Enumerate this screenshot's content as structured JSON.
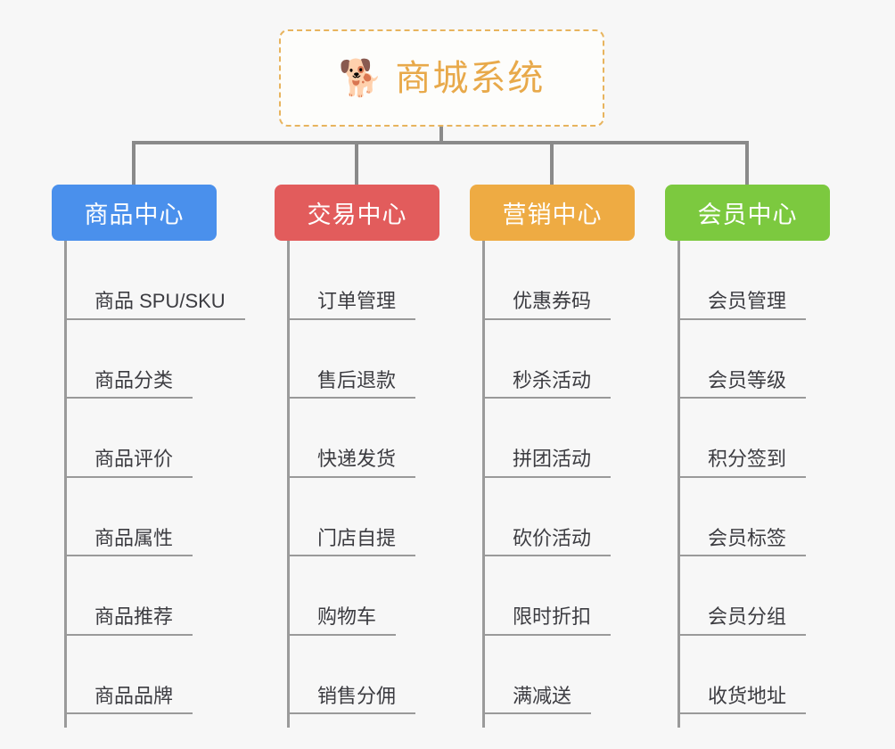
{
  "diagram": {
    "title": "商城系统",
    "type": "mindmap-tree",
    "background_color": "#f7f7f7",
    "line_color": "#8a8a8a"
  },
  "root": {
    "icon": "shiba-dog-emoji",
    "icon_glyph": "🐕",
    "label": "商城系统",
    "text_color": "#e8a94a",
    "border_color": "#e8b45e",
    "background_color": "#fdfdfb"
  },
  "branches": [
    {
      "id": "product-center",
      "label": "商品中心",
      "color": "#4a90ec",
      "items": [
        "商品 SPU/SKU",
        "商品分类",
        "商品评价",
        "商品属性",
        "商品推荐",
        "商品品牌"
      ]
    },
    {
      "id": "trade-center",
      "label": "交易中心",
      "color": "#e25c5c",
      "items": [
        "订单管理",
        "售后退款",
        "快递发货",
        "门店自提",
        "购物车",
        "销售分佣"
      ]
    },
    {
      "id": "marketing-center",
      "label": "营销中心",
      "color": "#eeab43",
      "items": [
        "优惠券码",
        "秒杀活动",
        "拼团活动",
        "砍价活动",
        "限时折扣",
        "满减送"
      ]
    },
    {
      "id": "member-center",
      "label": "会员中心",
      "color": "#7cc93f",
      "items": [
        "会员管理",
        "会员等级",
        "积分签到",
        "会员标签",
        "会员分组",
        "收货地址"
      ]
    }
  ]
}
